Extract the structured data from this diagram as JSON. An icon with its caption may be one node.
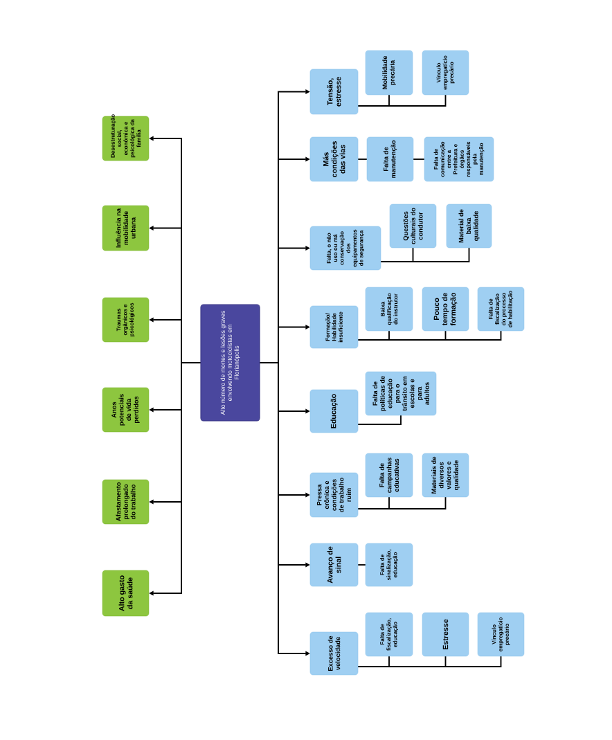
{
  "diagram": {
    "nodes": [
      {
        "text": [
          "Alto número de mortes e lesões graves envolvendo motociclistas em Florianópolis"
        ]
      },
      {
        "text": [
          "Desestruturação social, econômica e psicológica da família"
        ]
      },
      {
        "text": [
          "Influência na mobilidade urbana"
        ]
      },
      {
        "text": [
          "Traumas orgânicos e psicológicos"
        ]
      },
      {
        "text": [
          "Anos potenciais de vida perdidos"
        ]
      },
      {
        "text": [
          "Afastamento prolongado do trabalho"
        ]
      },
      {
        "text": [
          "Alto gasto da saúde"
        ]
      },
      {
        "text": [
          "Tensão, estresse"
        ]
      },
      {
        "text": [
          "Mobilidade precária"
        ]
      },
      {
        "text": [
          "Vínculo empregatício precário"
        ]
      },
      {
        "text": [
          "Más condições das vias"
        ]
      },
      {
        "text": [
          "Falta de manutenção"
        ]
      },
      {
        "text": [
          "Falta de comunicação entre a Prefeitura e órgãos responsáveis pela manutenção"
        ]
      },
      {
        "text": [
          "Falta, o não uso ou má conservação dos equipamentos de segurança"
        ]
      },
      {
        "text": [
          "Questões culturais do condutor"
        ]
      },
      {
        "text": [
          "Material de baixa qualidade"
        ]
      },
      {
        "text": [
          "Formação/ Habilidade insuficiente"
        ]
      },
      {
        "text": [
          "Baixa qualificação do instrutor"
        ]
      },
      {
        "text": [
          "Pouco tempo de formação"
        ]
      },
      {
        "text": [
          "Falta de fiscalização do processo de habilitação"
        ]
      },
      {
        "text": [
          "Educação"
        ]
      },
      {
        "text": [
          "Falta de políticas de educação para o trânsito em escolas e para adultos"
        ]
      },
      {
        "text": [
          "Pressa crônica e condições de trabalho ruim"
        ]
      },
      {
        "text": [
          "Falta de campanhas educativas"
        ]
      },
      {
        "text": [
          "Materiais de diversos valores e qualidade"
        ]
      },
      {
        "text": [
          "Avanço de sinal"
        ]
      },
      {
        "text": [
          "Falta de sinalização, educação"
        ]
      },
      {
        "text": [
          "Excesso de velocidade"
        ]
      },
      {
        "text": [
          "Falta de fiscalização, educação"
        ]
      },
      {
        "text": [
          "Estresse"
        ]
      },
      {
        "text": [
          "Vínculo empregatício precário"
        ]
      }
    ],
    "edges": [
      {
        "from": 0,
        "to": 1,
        "arrow": "to"
      },
      {
        "from": 0,
        "to": 2,
        "arrow": "to"
      },
      {
        "from": 0,
        "to": 3,
        "arrow": "to"
      },
      {
        "from": 0,
        "to": 4,
        "arrow": "to"
      },
      {
        "from": 0,
        "to": 5,
        "arrow": "to"
      },
      {
        "from": 0,
        "to": 6,
        "arrow": "to"
      },
      {
        "from": 0,
        "to": 7,
        "arrow": "to"
      },
      {
        "from": 0,
        "to": 10,
        "arrow": "to"
      },
      {
        "from": 0,
        "to": 13,
        "arrow": "to"
      },
      {
        "from": 0,
        "to": 16,
        "arrow": "to"
      },
      {
        "from": 0,
        "to": 20,
        "arrow": "to"
      },
      {
        "from": 0,
        "to": 22,
        "arrow": "to"
      },
      {
        "from": 0,
        "to": 25,
        "arrow": "to"
      },
      {
        "from": 0,
        "to": 27,
        "arrow": "to"
      },
      {
        "from": 7,
        "to": 8,
        "arrow": "none"
      },
      {
        "from": 7,
        "to": 9,
        "arrow": "none"
      },
      {
        "from": 10,
        "to": 11,
        "arrow": "none"
      },
      {
        "from": 11,
        "to": 12,
        "arrow": "none"
      },
      {
        "from": 13,
        "to": 14,
        "arrow": "none"
      },
      {
        "from": 13,
        "to": 15,
        "arrow": "none"
      },
      {
        "from": 16,
        "to": 17,
        "arrow": "none"
      },
      {
        "from": 16,
        "to": 18,
        "arrow": "none"
      },
      {
        "from": 16,
        "to": 19,
        "arrow": "none"
      },
      {
        "from": 20,
        "to": 21,
        "arrow": "none"
      },
      {
        "from": 22,
        "to": 23,
        "arrow": "none"
      },
      {
        "from": 22,
        "to": 24,
        "arrow": "none"
      },
      {
        "from": 25,
        "to": 26,
        "arrow": "none"
      },
      {
        "from": 27,
        "to": 28,
        "arrow": "none"
      },
      {
        "from": 27,
        "to": 29,
        "arrow": "none"
      },
      {
        "from": 27,
        "to": 30,
        "arrow": "none"
      }
    ]
  }
}
